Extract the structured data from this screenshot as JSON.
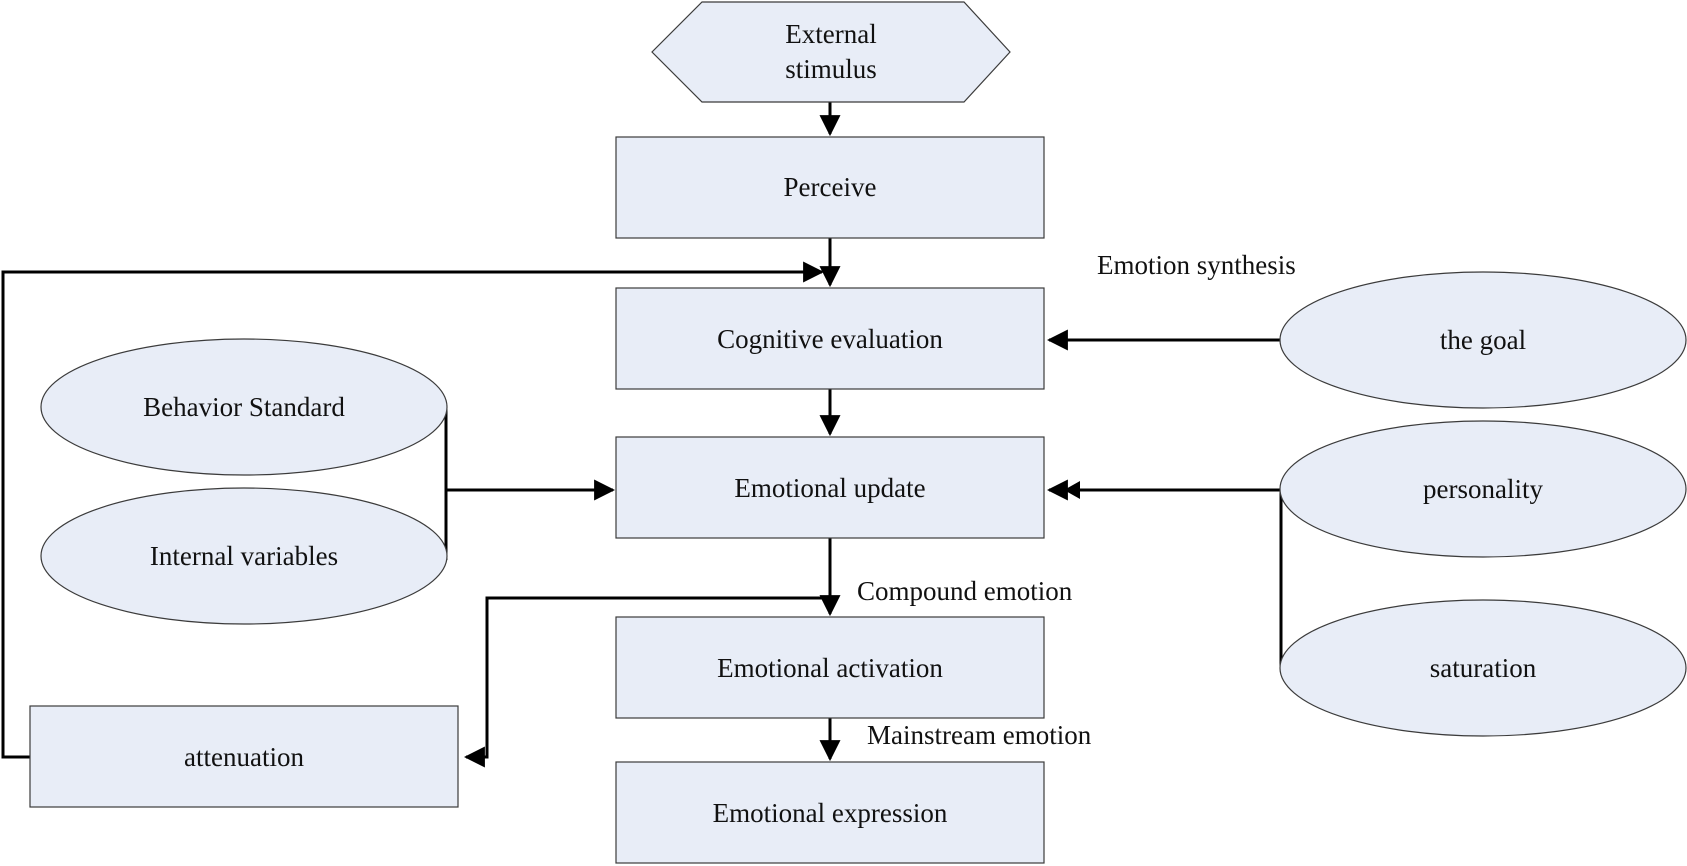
{
  "nodes": {
    "external_stimulus": {
      "line1": "External",
      "line2": "stimulus"
    },
    "perceive": "Perceive",
    "cognitive_evaluation": "Cognitive evaluation",
    "emotional_update": "Emotional update",
    "emotional_activation": "Emotional activation",
    "emotional_expression": "Emotional expression",
    "attenuation": "attenuation",
    "behavior_standard": "Behavior Standard",
    "internal_variables": "Internal variables",
    "the_goal": "the goal",
    "personality": "personality",
    "saturation": "saturation"
  },
  "annotations": {
    "emotion_synthesis": "Emotion synthesis",
    "compound_emotion": "Compound emotion",
    "mainstream_emotion": "Mainstream emotion"
  },
  "colors": {
    "node_fill": "#e8edf7",
    "node_stroke": "#3b3b3b",
    "line": "#000000"
  }
}
